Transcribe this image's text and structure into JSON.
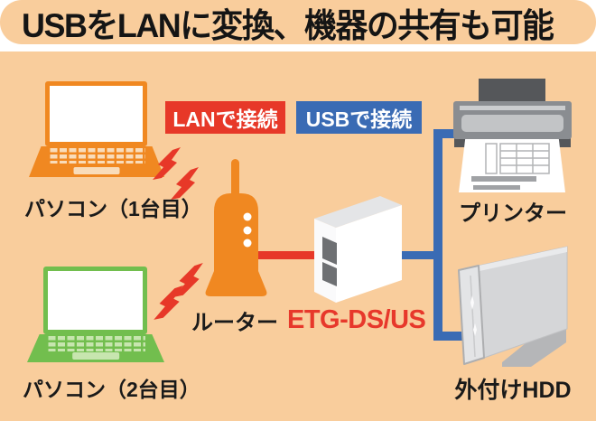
{
  "title": "USBをLANに変換、機器の共有も可能",
  "connections": {
    "lan_badge": "LANで接続",
    "usb_badge": "USBで接続",
    "lan_color": "#E73828",
    "usb_color": "#3A6BB4"
  },
  "nodes": {
    "pc1": {
      "label": "パソコン（1台目）"
    },
    "pc2": {
      "label": "パソコン（2台目）"
    },
    "router": {
      "label": "ルーター"
    },
    "converter": {
      "label": "ETG-DS/US"
    },
    "printer": {
      "label": "プリンター"
    },
    "hdd": {
      "label": "外付けHDD"
    }
  },
  "colors": {
    "background": "#F9CD9C",
    "device_orange": "#F08821",
    "device_green": "#72BE4E",
    "accent_red": "#E73828",
    "accent_blue": "#3A6BB4",
    "converter_label_red": "#E7382B"
  }
}
